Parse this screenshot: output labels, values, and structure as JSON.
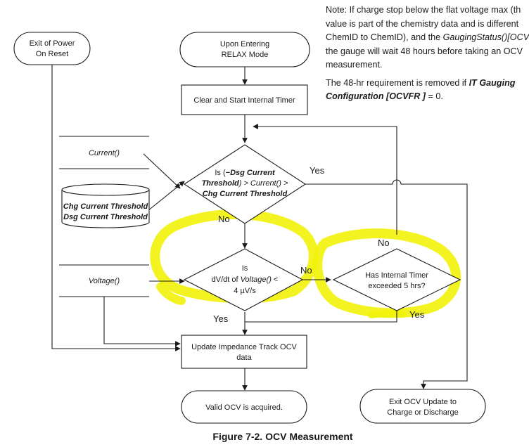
{
  "nodes": {
    "exit_por": [
      "Exit of Power",
      "On Reset"
    ],
    "upon_relax": [
      "Upon Entering",
      "RELAX Mode"
    ],
    "clear_timer": "Clear and Start Internal Timer",
    "current_input": "Current()",
    "thresholds_db": [
      "Chg Current Threshold",
      "Dsg Current Threshold"
    ],
    "decision_current": {
      "line1_prefix": "Is (",
      "line1_bold": "−Dsg Current",
      "line2_bold": "Threshold",
      "line2_rest": ") > Current() >",
      "line3_bold": "Chg Current Threshold"
    },
    "voltage_input": "Voltage()",
    "decision_dvdt": {
      "line1": "Is",
      "line2_prefix": "dV/dt of ",
      "line2_italic": "Voltage()",
      "line2_suffix": " <",
      "line3": "4 µV/s"
    },
    "decision_timer": [
      "Has Internal Timer",
      "exceeded 5 hrs?"
    ],
    "update_ocv": [
      "Update Impedance Track OCV",
      "data"
    ],
    "valid_ocv": "Valid OCV is acquired.",
    "exit_ocv": [
      "Exit OCV Update to",
      "Charge or Discharge"
    ]
  },
  "labels": {
    "yes_current": "Yes",
    "no_current": "No",
    "no_dvdt": "No",
    "yes_dvdt": "Yes",
    "no_timer": "No",
    "yes_timer": "Yes"
  },
  "note": {
    "para1": [
      "Note: If charge stop below the flat voltage max (th",
      "value is part of the chemistry data and is different",
      "ChemID to ChemID), and the ",
      "the gauge will wait 48 hours before taking an OCV",
      "measurement."
    ],
    "para1_italic": "GaugingStatus()[OCVF",
    "para2_prefix": "The 48-hr requirement is removed if ",
    "para2_bold_italic_1": "IT Gauging",
    "para2_bold_italic_2": "Configuration [OCVFR ]",
    "para2_suffix": " = 0."
  },
  "caption": "Figure 7-2. OCV Measurement",
  "colors": {
    "highlight": "#f2f20a",
    "stroke": "#1a1a1a"
  }
}
